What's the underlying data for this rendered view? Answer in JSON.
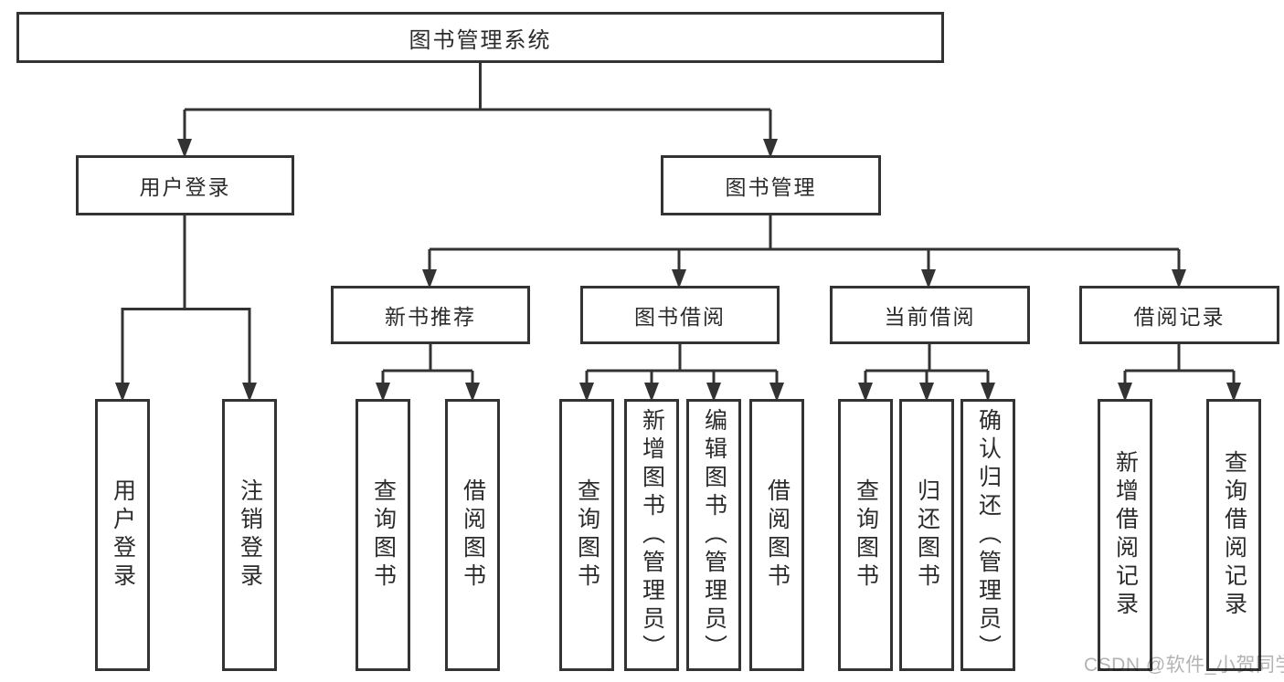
{
  "tree": {
    "root": "图书管理系统",
    "children": [
      {
        "label": "用户登录",
        "children": [
          "用户登录",
          "注销登录"
        ]
      },
      {
        "label": "图书管理",
        "children": [
          {
            "label": "新书推荐",
            "children": [
              "查询图书",
              "借阅图书"
            ]
          },
          {
            "label": "图书借阅",
            "children": [
              "查询图书",
              "新增图书（管理员）",
              "编辑图书（管理员）",
              "借阅图书"
            ]
          },
          {
            "label": "当前借阅",
            "children": [
              "查询图书",
              "归还图书",
              "确认归还（管理员）"
            ]
          },
          {
            "label": "借阅记录",
            "children": [
              "新增借阅记录",
              "查询借阅记录"
            ]
          }
        ]
      }
    ]
  },
  "watermark": {
    "text": "CSDN @软件_小贺同学"
  },
  "colors": {
    "line": "#333333",
    "text": "#2b2b2b",
    "watermark": "#b3b3b3",
    "background": "#ffffff"
  }
}
